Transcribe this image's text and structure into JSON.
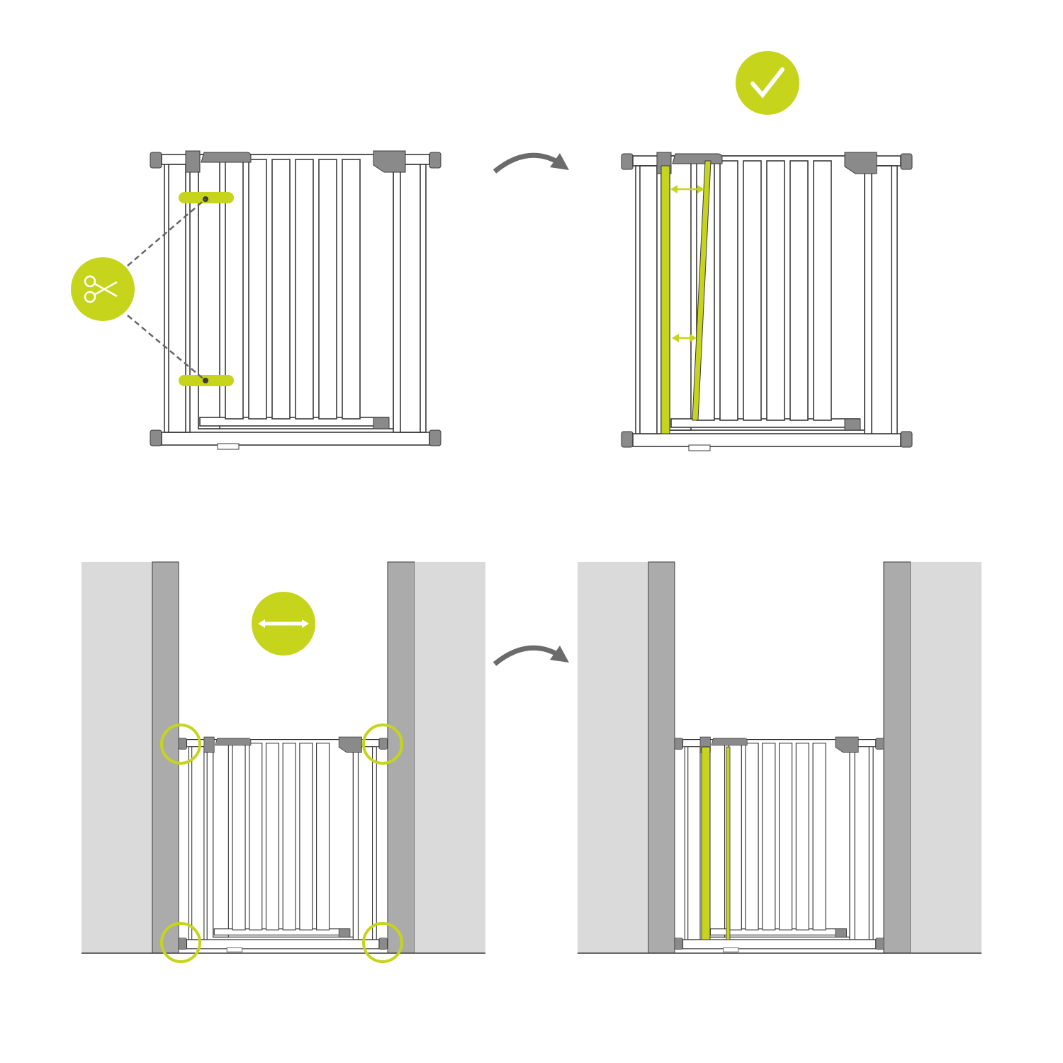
{
  "colors": {
    "accent": "#c6d41c",
    "line": "#3a3a3a",
    "hardware": "#8a8a8a",
    "wall_light": "#dadada",
    "wall_dark": "#ababab",
    "arrow": "#6b6b6b",
    "background": "#ffffff"
  },
  "panels": [
    {
      "name": "step-1-cut-extension",
      "icon": "scissors-icon"
    },
    {
      "name": "step-2-extension-fitted",
      "icon": "checkmark-icon"
    },
    {
      "name": "step-3-measure-doorway",
      "icon": "double-arrow-icon"
    },
    {
      "name": "step-4-installed-gate",
      "icon": ""
    }
  ],
  "connectors": [
    "curved-arrow-icon",
    "curved-arrow-icon"
  ]
}
